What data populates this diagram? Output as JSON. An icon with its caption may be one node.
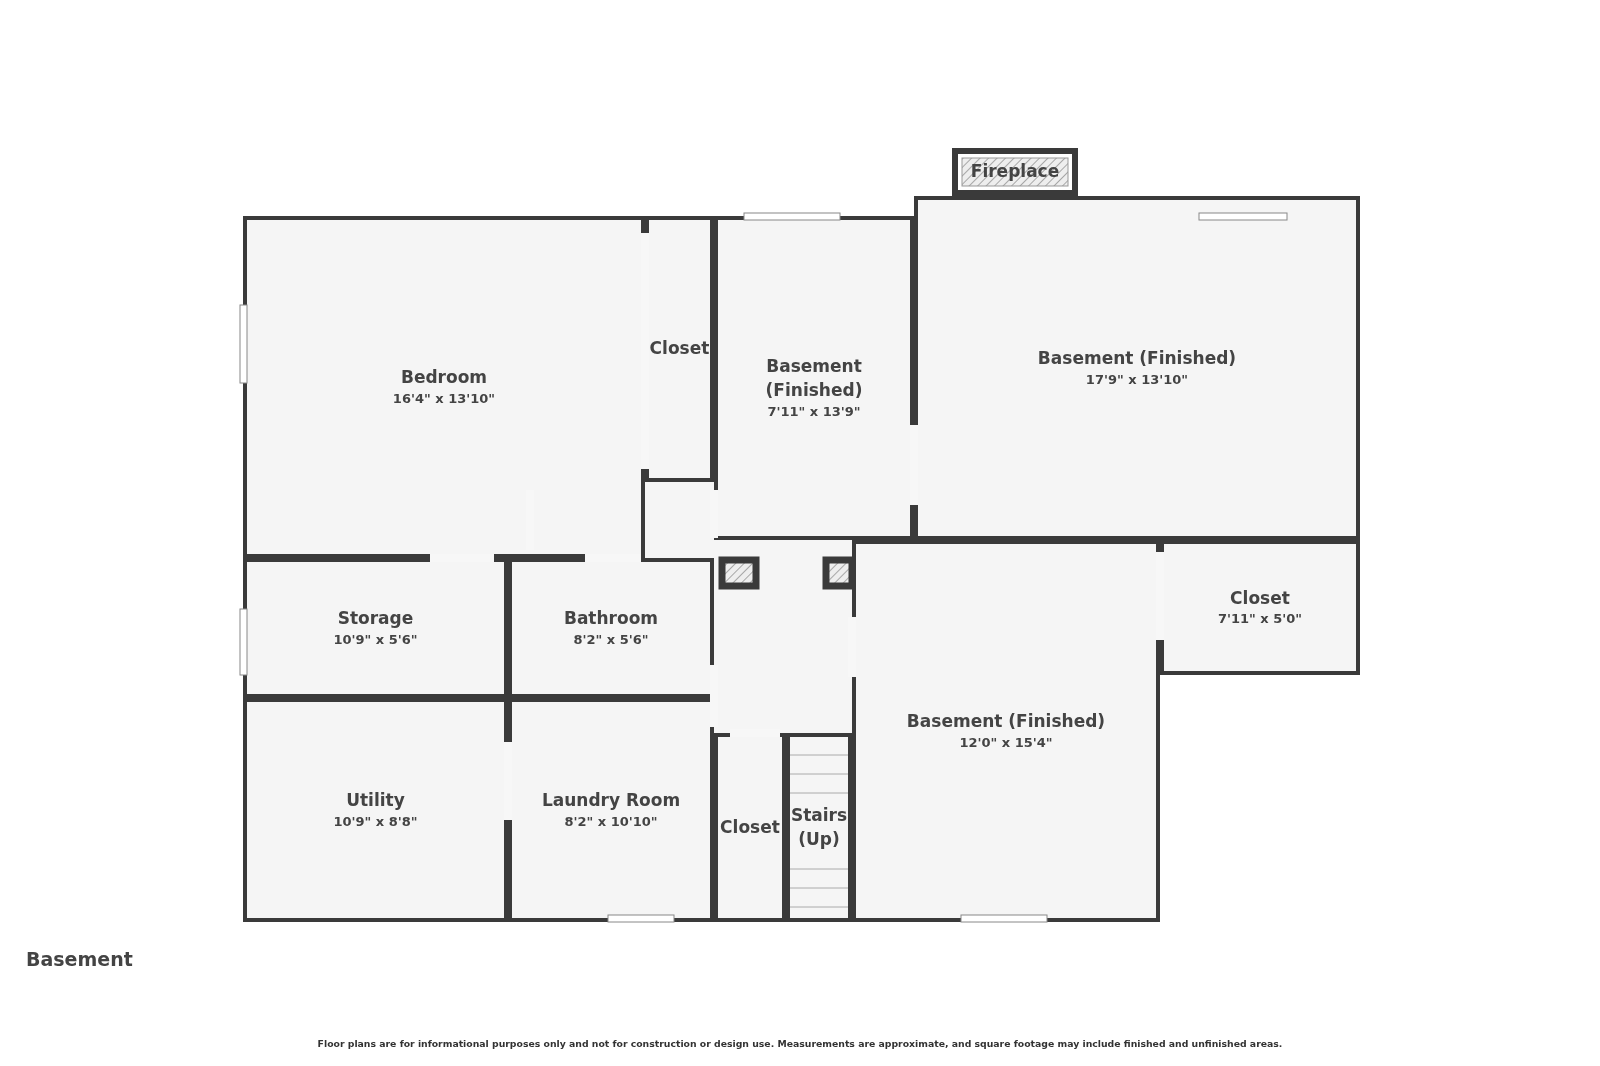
{
  "diagram": {
    "title": "Basement",
    "nodes": [
      {
        "text": [
          "Fireplace"
        ]
      },
      {
        "text": [
          "Bedroom",
          "16'4\" x 13'10\""
        ]
      },
      {
        "text": [
          "Closet"
        ]
      },
      {
        "text": [
          "Basement (Finished)",
          "7'11\" x 13'9\""
        ]
      },
      {
        "text": [
          "Basement (Finished)",
          "17'9\" x 13'10\""
        ]
      },
      {
        "text": [
          "Storage",
          "10'9\" x 5'6\""
        ]
      },
      {
        "text": [
          "Bathroom",
          "8'2\" x 5'6\""
        ]
      },
      {
        "text": [
          "Closet",
          "7'11\" x 5'0\""
        ]
      },
      {
        "text": [
          "Utility",
          "10'9\" x 8'8\""
        ]
      },
      {
        "text": [
          "Laundry Room",
          "8'2\" x 10'10\""
        ]
      },
      {
        "text": [
          "Basement (Finished)",
          "12'0\" x 15'4\""
        ]
      },
      {
        "text": [
          "Closet"
        ]
      },
      {
        "text": [
          "Stairs (Up)"
        ]
      }
    ],
    "labels": [
      "Floor plans are for informational purposes only and not for construction or design use. Measurements are approximate, and square footage may include finished and unfinished areas."
    ]
  }
}
